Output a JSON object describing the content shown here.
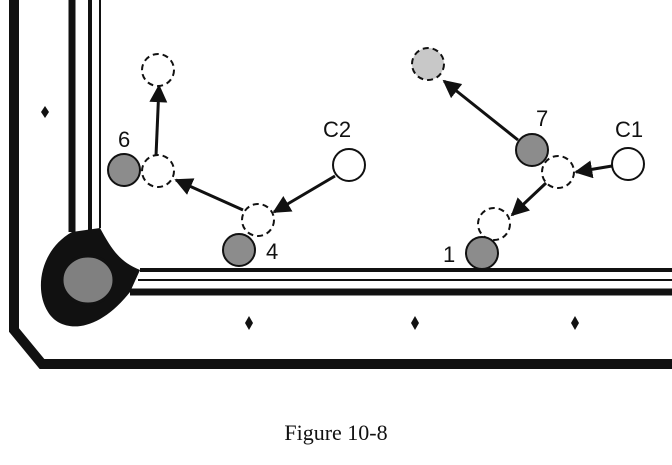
{
  "figure": {
    "caption": "Figure 10-8",
    "balls": [
      {
        "id": "6",
        "label": "6"
      },
      {
        "id": "4",
        "label": "4"
      },
      {
        "id": "C2",
        "label": "C2"
      },
      {
        "id": "7",
        "label": "7"
      },
      {
        "id": "C1",
        "label": "C1"
      },
      {
        "id": "1",
        "label": "1"
      }
    ],
    "colors": {
      "object_ball": "#8c8c8c",
      "object_ball_light": "#c8c8c8",
      "cue_ball": "#ffffff",
      "rail_dark": "#111111",
      "pocket": "#808080"
    }
  }
}
